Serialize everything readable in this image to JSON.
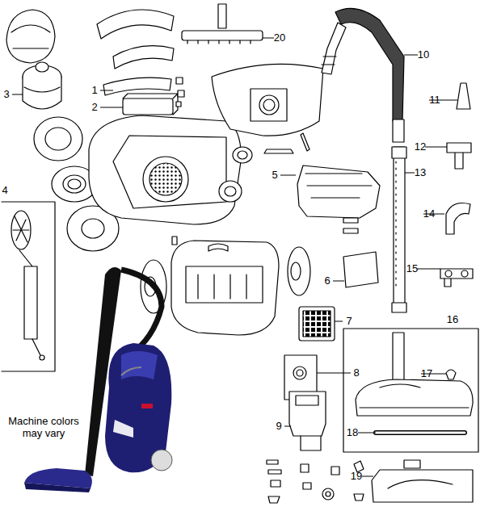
{
  "diagram": {
    "labels": [
      "1",
      "2",
      "3",
      "4",
      "5",
      "6",
      "7",
      "8",
      "9",
      "10",
      "11",
      "12",
      "13",
      "14",
      "15",
      "16",
      "17",
      "18",
      "19",
      "20",
      "Machine colors may vary"
    ]
  }
}
